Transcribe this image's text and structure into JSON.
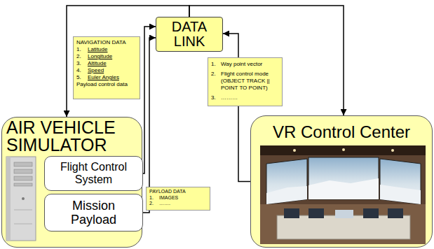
{
  "diagram": {
    "nodes": [
      {
        "text": [
          "DATA LINK"
        ]
      },
      {
        "text": [
          "NAVIGATION DATA",
          "1.",
          "Latitude",
          "2.",
          "Longitude",
          "3.",
          "Altitude",
          "4.",
          "Speed",
          "5.",
          "Euler Angles",
          "Payload control data"
        ]
      },
      {
        "text": [
          "1.",
          "Way point vector",
          "2.",
          "Flight control mode (OBJECT TRACK || POINT TO POINT)",
          "3.",
          "………"
        ]
      },
      {
        "text": [
          "AIR VEHICLE SIMULATOR"
        ]
      },
      {
        "text": [
          "Flight Control System"
        ],
        "in": 3
      },
      {
        "text": [
          "Mission Payload"
        ],
        "in": 3
      },
      {
        "text": [
          "PAYLOAD DATA",
          "1.",
          "IMAGES",
          "2.",
          "……."
        ]
      },
      {
        "text": [
          "VR Control Center"
        ]
      }
    ],
    "edges": [
      {
        "from": 0,
        "to": 3,
        "arrow": "to"
      },
      {
        "from": 0,
        "to": 7,
        "arrow": "to"
      },
      {
        "from": 4,
        "to": 0,
        "arrow": "to"
      },
      {
        "from": 5,
        "to": 0,
        "arrow": "to"
      },
      {
        "from": 7,
        "to": 0,
        "arrow": "to"
      }
    ]
  }
}
